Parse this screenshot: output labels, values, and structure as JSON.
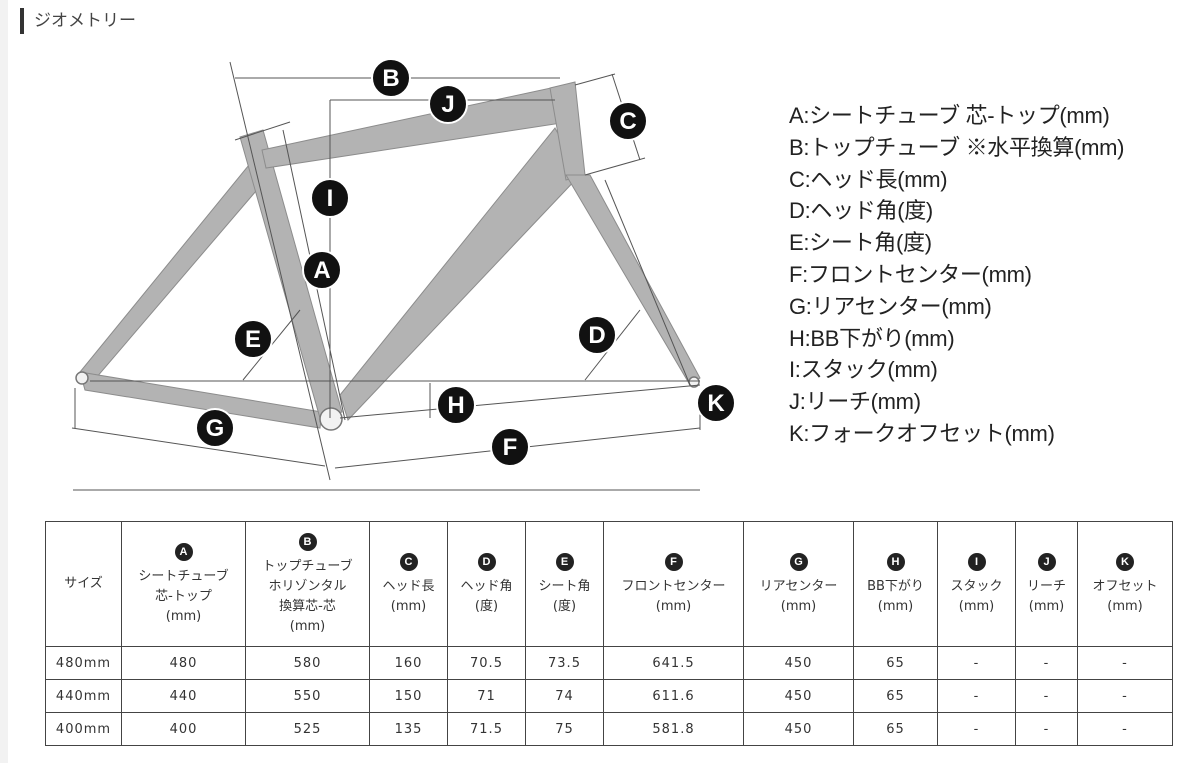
{
  "section_title": "ジオメトリー",
  "legend": [
    "A:シートチューブ 芯-トップ(mm)",
    "B:トップチューブ ※水平換算(mm)",
    "C:ヘッド長(mm)",
    "D:ヘッド角(度)",
    "E:シート角(度)",
    "F:フロントセンター(mm)",
    "G:リアセンター(mm)",
    "H:BB下がり(mm)",
    "I:スタック(mm)",
    "J:リーチ(mm)",
    "K:フォークオフセット(mm)"
  ],
  "diagram_letters": [
    "A",
    "B",
    "C",
    "D",
    "E",
    "F",
    "G",
    "H",
    "I",
    "J",
    "K"
  ],
  "table": {
    "size_header": "サイズ",
    "columns": [
      {
        "letter": "A",
        "lines": [
          "シートチューブ",
          "芯-トップ",
          "(mm)"
        ]
      },
      {
        "letter": "B",
        "lines": [
          "トップチューブ",
          "ホリゾンタル",
          "換算芯-芯",
          "(mm)"
        ]
      },
      {
        "letter": "C",
        "lines": [
          "ヘッド長",
          "(mm)"
        ]
      },
      {
        "letter": "D",
        "lines": [
          "ヘッド角",
          "(度)"
        ]
      },
      {
        "letter": "E",
        "lines": [
          "シート角",
          "(度)"
        ]
      },
      {
        "letter": "F",
        "lines": [
          "フロントセンター",
          "(mm)"
        ]
      },
      {
        "letter": "G",
        "lines": [
          "リアセンター",
          "(mm)"
        ]
      },
      {
        "letter": "H",
        "lines": [
          "BB下がり",
          "(mm)"
        ]
      },
      {
        "letter": "I",
        "lines": [
          "スタック",
          "(mm)"
        ]
      },
      {
        "letter": "J",
        "lines": [
          "リーチ",
          "(mm)"
        ]
      },
      {
        "letter": "K",
        "lines": [
          "オフセット",
          "(mm)"
        ]
      }
    ],
    "rows": [
      [
        "480mm",
        "480",
        "580",
        "160",
        "70.5",
        "73.5",
        "641.5",
        "450",
        "65",
        "-",
        "-",
        "-"
      ],
      [
        "440mm",
        "440",
        "550",
        "150",
        "71",
        "74",
        "611.6",
        "450",
        "65",
        "-",
        "-",
        "-"
      ],
      [
        "400mm",
        "400",
        "525",
        "135",
        "71.5",
        "75",
        "581.8",
        "450",
        "65",
        "-",
        "-",
        "-"
      ]
    ]
  }
}
